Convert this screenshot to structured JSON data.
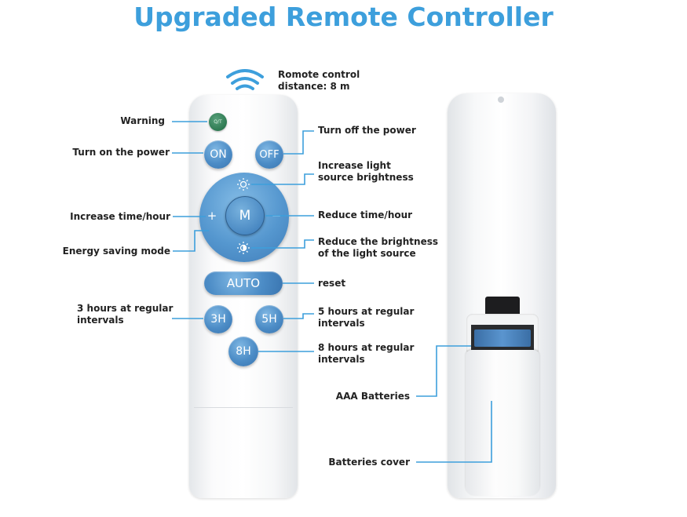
{
  "title": "Upgraded Remote Controller",
  "labels": {
    "distance": [
      "Romote control",
      "distance: 8 m"
    ],
    "warning": "Warning",
    "turn_on": "Turn on the power",
    "turn_off": "Turn off the power",
    "increase_brightness": [
      "Increase light",
      "source brightness"
    ],
    "increase_time": "Increase time/hour",
    "reduce_time": "Reduce time/hour",
    "energy_saving": "Energy saving mode",
    "reduce_brightness": [
      "Reduce the brightness",
      "of the light source"
    ],
    "reset": "reset",
    "three_hours": [
      "3 hours at regular",
      "intervals"
    ],
    "five_hours": [
      "5 hours at regular",
      "intervals"
    ],
    "eight_hours": [
      "8 hours at regular",
      "intervals"
    ],
    "aaa_batteries": "AAA Batteries",
    "batteries_cover": "Batteries cover"
  },
  "buttons": {
    "warning_led": "Q/T",
    "on": "ON",
    "off": "OFF",
    "mode": "M",
    "plus": "+",
    "minus": "−",
    "auto": "AUTO",
    "h3": "3H",
    "h5": "5H",
    "h8": "8H"
  },
  "colors": {
    "title": "#3d9fdc",
    "button": "#4c8cc6",
    "leader_line": "#3d9fdc",
    "warning_led": "#2e7a52",
    "label_text": "#222222"
  },
  "icons": {
    "signal": "wifi-signal-icon",
    "brightness_up": "sun-bright-icon",
    "brightness_down": "sun-dim-icon"
  }
}
